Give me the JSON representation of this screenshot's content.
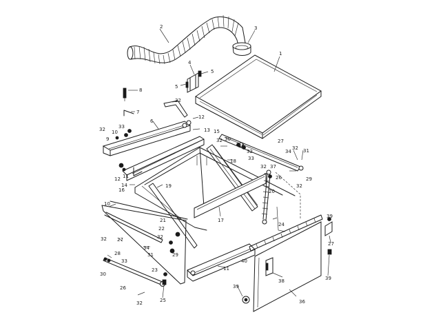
{
  "callouts": [
    {
      "id": "c1",
      "text": "1"
    },
    {
      "id": "c2",
      "text": "2"
    },
    {
      "id": "c3",
      "text": "3"
    },
    {
      "id": "c4",
      "text": "4"
    },
    {
      "id": "c5a",
      "text": "5"
    },
    {
      "id": "c5b",
      "text": "5"
    },
    {
      "id": "c6",
      "text": "6"
    },
    {
      "id": "c7",
      "text": "7"
    },
    {
      "id": "c8",
      "text": "8"
    },
    {
      "id": "c9",
      "text": "9"
    },
    {
      "id": "c10a",
      "text": "10"
    },
    {
      "id": "c10b",
      "text": "10"
    },
    {
      "id": "c11a",
      "text": "11"
    },
    {
      "id": "c11b",
      "text": "11"
    },
    {
      "id": "c12a",
      "text": "12"
    },
    {
      "id": "c12b",
      "text": "12"
    },
    {
      "id": "c13",
      "text": "13"
    },
    {
      "id": "c14",
      "text": "14"
    },
    {
      "id": "c15",
      "text": "15"
    },
    {
      "id": "c16",
      "text": "16"
    },
    {
      "id": "c17",
      "text": "17"
    },
    {
      "id": "c18",
      "text": "18"
    },
    {
      "id": "c19",
      "text": "19"
    },
    {
      "id": "c20",
      "text": "20"
    },
    {
      "id": "c21",
      "text": "21"
    },
    {
      "id": "c22",
      "text": "22"
    },
    {
      "id": "c23",
      "text": "23"
    },
    {
      "id": "c24",
      "text": "24"
    },
    {
      "id": "c25",
      "text": "25"
    },
    {
      "id": "c26a",
      "text": "26"
    },
    {
      "id": "c26b",
      "text": "26"
    },
    {
      "id": "c26c",
      "text": "26"
    },
    {
      "id": "c27a",
      "text": "27"
    },
    {
      "id": "c27b",
      "text": "27"
    },
    {
      "id": "c27c",
      "text": "27"
    },
    {
      "id": "c28",
      "text": "28"
    },
    {
      "id": "c29a",
      "text": "29"
    },
    {
      "id": "c29b",
      "text": "29"
    },
    {
      "id": "c30a",
      "text": "30"
    },
    {
      "id": "c30b",
      "text": "30"
    },
    {
      "id": "c31a",
      "text": "31"
    },
    {
      "id": "c31b",
      "text": "31"
    },
    {
      "id": "c32a",
      "text": "32"
    },
    {
      "id": "c32b",
      "text": "32"
    },
    {
      "id": "c32c",
      "text": "32"
    },
    {
      "id": "c32d",
      "text": "32"
    },
    {
      "id": "c32e",
      "text": "32"
    },
    {
      "id": "c32f",
      "text": "32"
    },
    {
      "id": "c32g",
      "text": "32"
    },
    {
      "id": "c32h",
      "text": "32"
    },
    {
      "id": "c32i",
      "text": "32"
    },
    {
      "id": "c32j",
      "text": "32"
    },
    {
      "id": "c33a",
      "text": "33"
    },
    {
      "id": "c33b",
      "text": "33"
    },
    {
      "id": "c33c",
      "text": "33"
    },
    {
      "id": "c34a",
      "text": "34"
    },
    {
      "id": "c34b",
      "text": "34"
    },
    {
      "id": "c36",
      "text": "36"
    },
    {
      "id": "c37",
      "text": "37"
    },
    {
      "id": "c38",
      "text": "38"
    },
    {
      "id": "c39a",
      "text": "39"
    },
    {
      "id": "c39b",
      "text": "39"
    },
    {
      "id": "c39c",
      "text": "39"
    },
    {
      "id": "c40",
      "text": "40"
    }
  ]
}
